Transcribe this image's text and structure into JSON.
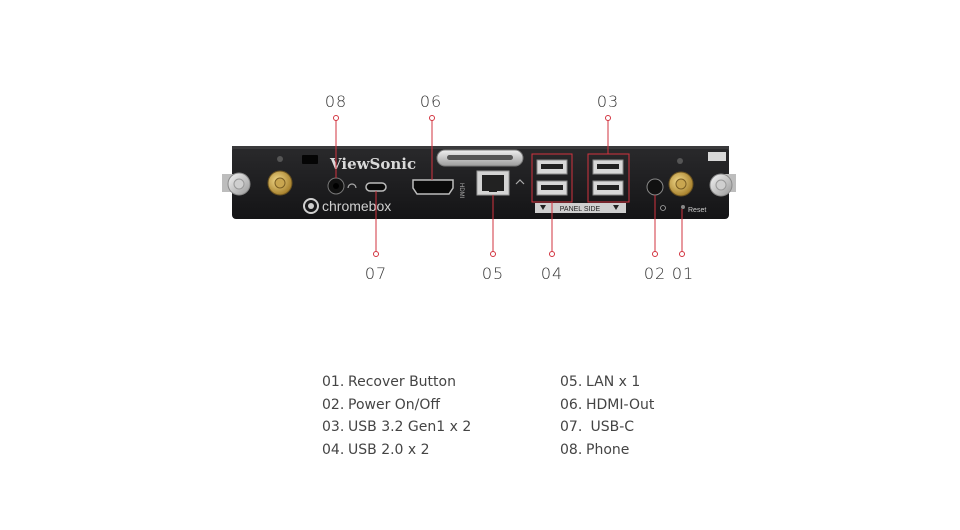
{
  "brand": {
    "logo_text": "ViewSonic",
    "product_text": "chromebox",
    "panel_side_label": "PANEL SIDE",
    "reset_label": "Reset",
    "hdmi_label": "HDMI"
  },
  "accent_color": "#d2333f",
  "callouts": [
    {
      "code": "08"
    },
    {
      "code": "06"
    },
    {
      "code": "03"
    },
    {
      "code": "07"
    },
    {
      "code": "05"
    },
    {
      "code": "04"
    },
    {
      "code": "02"
    },
    {
      "code": "01"
    }
  ],
  "legend": {
    "left": [
      {
        "code": "01.",
        "label": "Recover Button"
      },
      {
        "code": "02.",
        "label": "Power On/Off"
      },
      {
        "code": "03.",
        "label": "USB 3.2 Gen1 x 2"
      },
      {
        "code": "04.",
        "label": "USB 2.0 x 2"
      }
    ],
    "right": [
      {
        "code": "05.",
        "label": "LAN x 1"
      },
      {
        "code": "06.",
        "label": "HDMI-Out"
      },
      {
        "code": "07.",
        "label": " USB-C"
      },
      {
        "code": "08.",
        "label": "Phone"
      }
    ]
  }
}
